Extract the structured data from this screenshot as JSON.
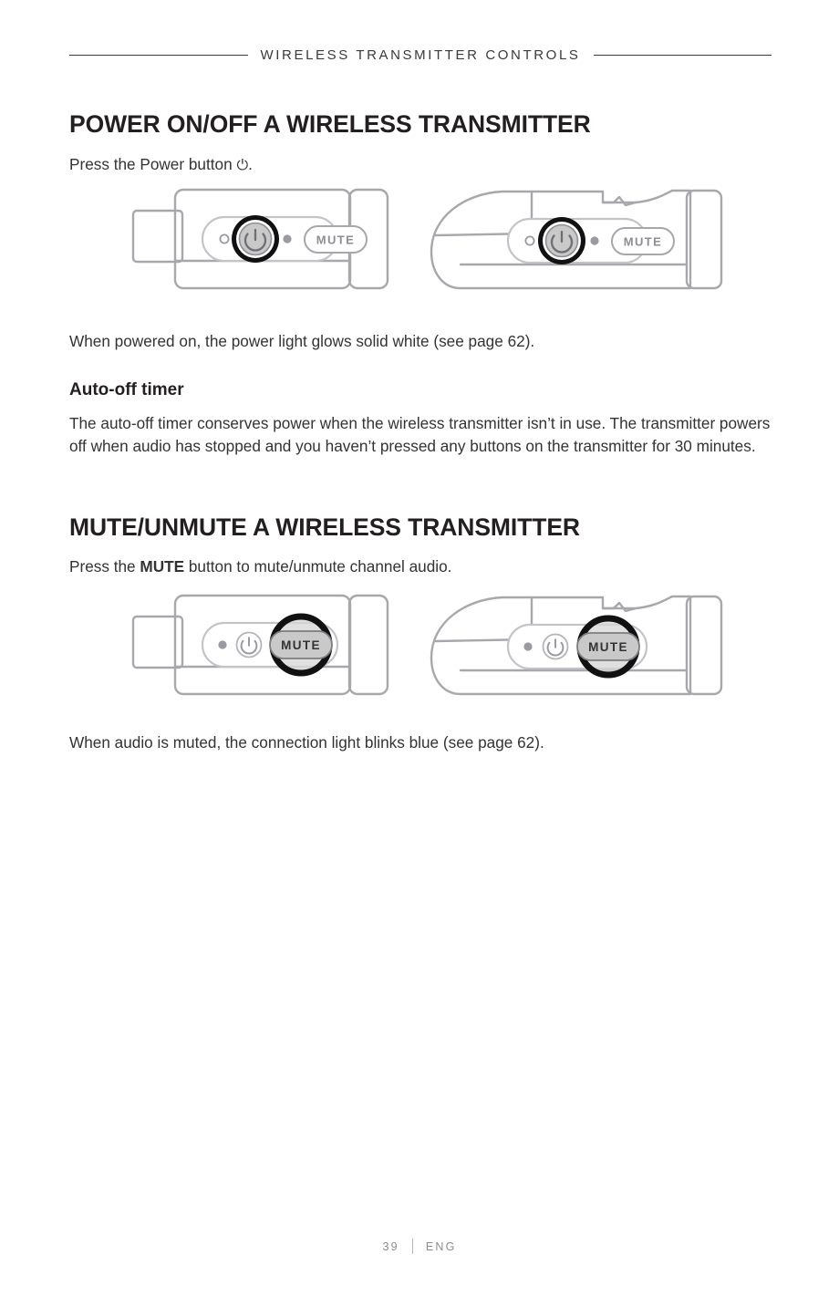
{
  "header": {
    "running_title": "WIRELESS TRANSMITTER CONTROLS"
  },
  "sections": [
    {
      "heading": "POWER ON/OFF A WIRELESS TRANSMITTER",
      "intro_before": "Press the Power button ",
      "intro_symbol": "⏻",
      "intro_after": ".",
      "caption": "When powered on, the power light glows solid white (see page 62).",
      "subheading": "Auto-off timer",
      "sub_paragraph": "The auto-off timer conserves power when the wireless transmitter isn’t in use. The transmitter powers off when audio has stopped and you haven’t pressed any buttons on the transmitter for 30 minutes."
    },
    {
      "heading": "MUTE/UNMUTE A WIRELESS TRANSMITTER",
      "intro_before": "Press the ",
      "intro_bold": "MUTE",
      "intro_after": " button to mute/unmute channel audio.",
      "caption": "When audio is muted, the connection light blinks blue (see page 62)."
    }
  ],
  "figures": {
    "mute_label": "MUTE",
    "power_glyph": "⏻",
    "device_outline_color": "#a7a7ac",
    "highlight_ring_color": "#111111",
    "button_fill_color": "#c9c9c9",
    "halo_color": "#d6d6d6",
    "icon_gray": "#8e8e93"
  },
  "footer": {
    "page_number": "39",
    "language": "ENG"
  }
}
